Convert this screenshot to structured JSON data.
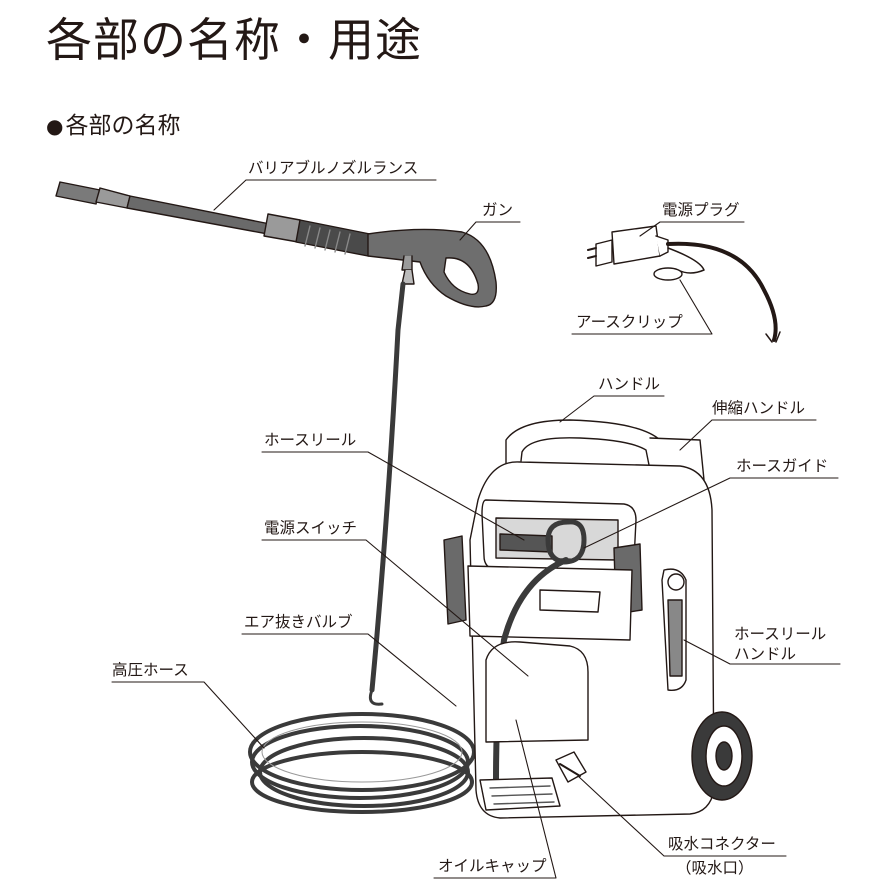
{
  "page": {
    "title": "各部の名称・用途",
    "section_heading": "各部の名称",
    "bullet": "●"
  },
  "labels": {
    "lance": "バリアブルノズルランス",
    "gun": "ガン",
    "power_plug": "電源プラグ",
    "earth_clip": "アースクリップ",
    "handle": "ハンドル",
    "telescopic_handle": "伸縮ハンドル",
    "hose_reel": "ホースリール",
    "hose_guide": "ホースガイド",
    "power_switch": "電源スイッチ",
    "air_valve": "エア抜きバルブ",
    "hose_reel_handle_line1": "ホースリール",
    "hose_reel_handle_line2": "ハンドル",
    "high_pressure_hose": "高圧ホース",
    "water_inlet_connector": "吸水コネクター",
    "water_inlet_note": "（吸水口）",
    "oil_cap": "オイルキャップ"
  },
  "colors": {
    "ink": "#231815",
    "body_fill": "#ffffff",
    "dark_part": "#4a4a4a",
    "mid_part": "#9a9a9a"
  }
}
